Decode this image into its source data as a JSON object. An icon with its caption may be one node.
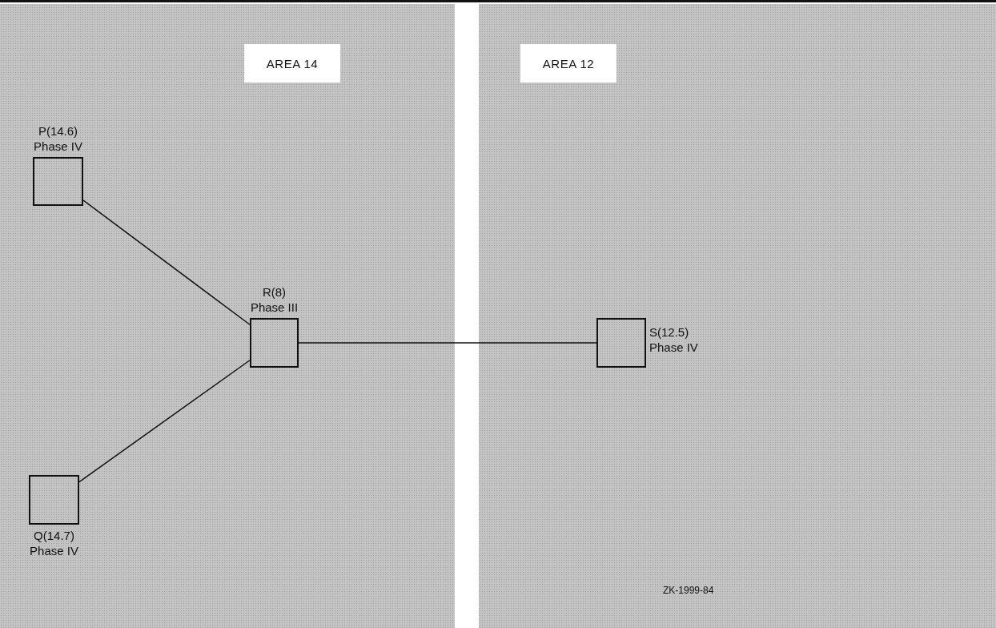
{
  "diagram": {
    "nodes": [
      {
        "text": [
          "AREA 14"
        ]
      },
      {
        "text": [
          "AREA 12"
        ]
      },
      {
        "text": [
          "P(14.6)",
          "Phase IV"
        ],
        "in": 0
      },
      {
        "text": [
          "R(8)",
          "Phase III"
        ],
        "in": 0
      },
      {
        "text": [
          "Q(14.7)",
          "Phase IV"
        ],
        "in": 0
      },
      {
        "text": [
          "S(12.5)",
          "Phase IV"
        ],
        "in": 1
      }
    ],
    "edges": [
      {
        "from": 2,
        "to": 3,
        "arrow": "none"
      },
      {
        "from": 4,
        "to": 3,
        "arrow": "none"
      },
      {
        "from": 3,
        "to": 5,
        "arrow": "none"
      }
    ],
    "labels": [
      "ZK-1999-84"
    ]
  }
}
